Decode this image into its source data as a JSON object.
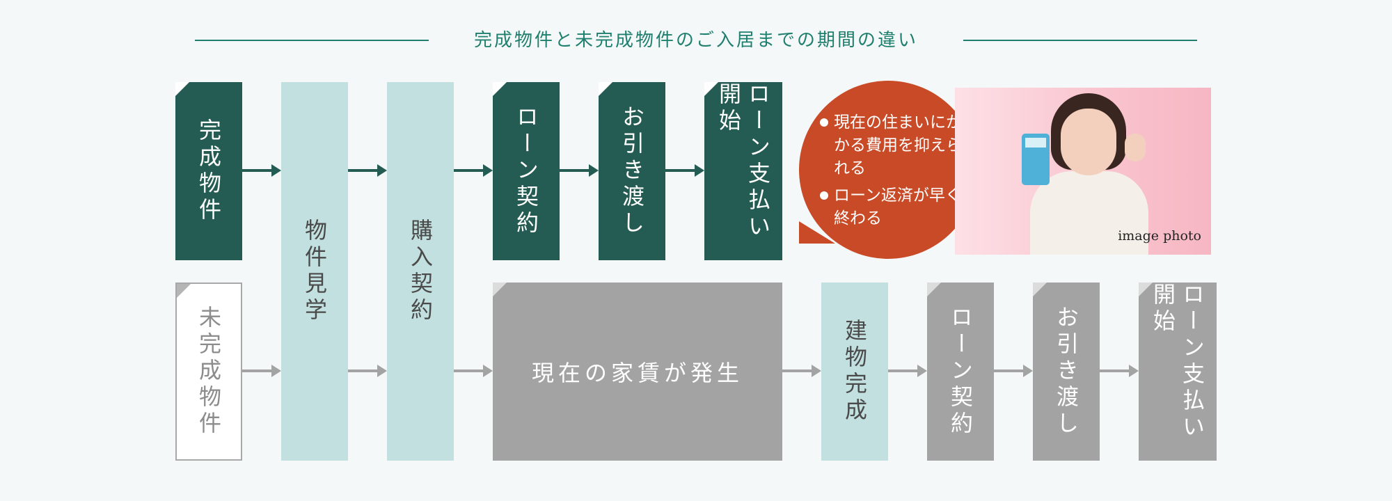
{
  "title": "完成物件と未完成物件のご入居までの期間の違い",
  "top_row": {
    "start": "完成物件",
    "loan_contract": "ローン契約",
    "handover": "お引き渡し",
    "loan_start": "ローン支払い開始"
  },
  "shared": {
    "viewing": "物件見学",
    "purchase": "購入契約"
  },
  "bottom_row": {
    "start": "未完成物件",
    "rent": "現在の家賃が発生",
    "build_complete": "建物完成",
    "loan_contract": "ローン契約",
    "handover": "お引き渡し",
    "loan_start": "ローン支払い開始"
  },
  "bubble": {
    "points": [
      "現在の住まいにかかる費用を抑えられる",
      "ローン返済が早く終わる"
    ]
  },
  "photo": {
    "caption": "image photo"
  },
  "colors": {
    "dark_green": "#245c53",
    "light_teal": "#c1e0df",
    "gray": "#a3a3a3",
    "accent_orange": "#c94a26",
    "title_green": "#1f7f6e"
  }
}
